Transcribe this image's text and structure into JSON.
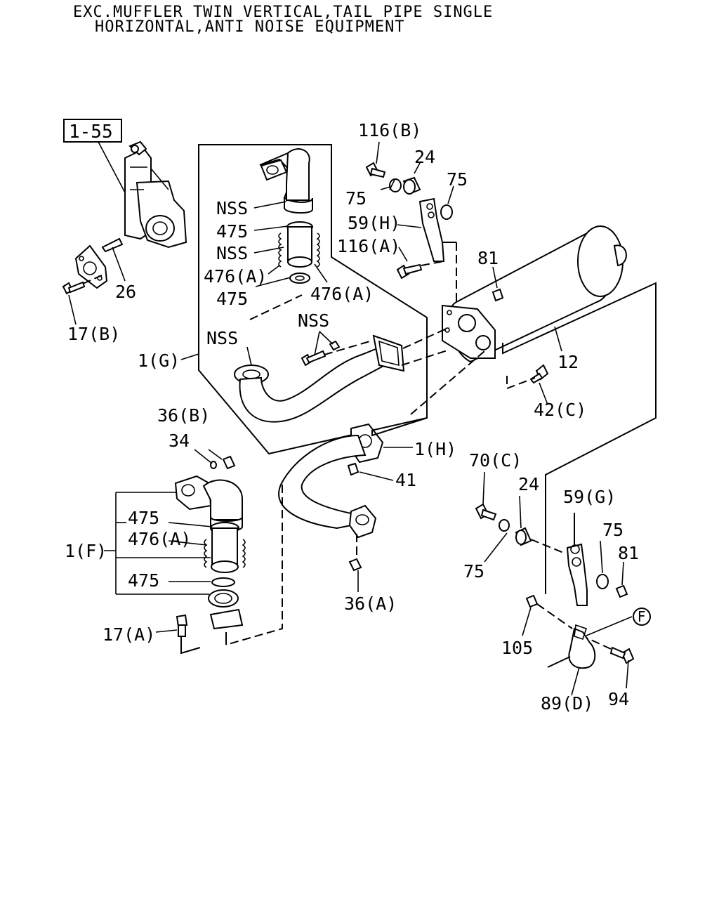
{
  "header": {
    "title_line_1": "EXC.MUFFLER TWIN VERTICAL,TAIL PIPE SINGLE",
    "title_line_2": "HORIZONTAL,ANTI NOISE EQUIPMENT"
  },
  "reference_box": {
    "label": "1-55"
  },
  "callouts": {
    "c_116b": "116(B)",
    "c_24_top": "24",
    "c_75_top_right": "75",
    "c_75_top_left": "75",
    "c_59h": "59(H)",
    "c_116a": "116(A)",
    "c_81_top": "81",
    "c_nss_1": "NSS",
    "c_475_1": "475",
    "c_nss_2": "NSS",
    "c_476a_1": "476(A)",
    "c_475_2": "475",
    "c_476a_2": "476(A)",
    "c_26": "26",
    "c_17b": "17(B)",
    "c_nss_3": "NSS",
    "c_nss_4": "NSS",
    "c_1g": "1(G)",
    "c_12": "12",
    "c_42c": "42(C)",
    "c_36b": "36(B)",
    "c_34": "34",
    "c_1h": "1(H)",
    "c_41": "41",
    "c_70c": "70(C)",
    "c_24_bottom": "24",
    "c_59g": "59(G)",
    "c_475_3": "475",
    "c_476a_3": "476(A)",
    "c_1f": "1(F)",
    "c_475_4": "475",
    "c_75_bottom_right": "75",
    "c_81_bottom": "81",
    "c_75_bottom_left": "75",
    "c_36a": "36(A)",
    "c_17a": "17(A)",
    "c_105": "105",
    "c_94": "94",
    "c_89d": "89(D)",
    "c_f": "F"
  }
}
